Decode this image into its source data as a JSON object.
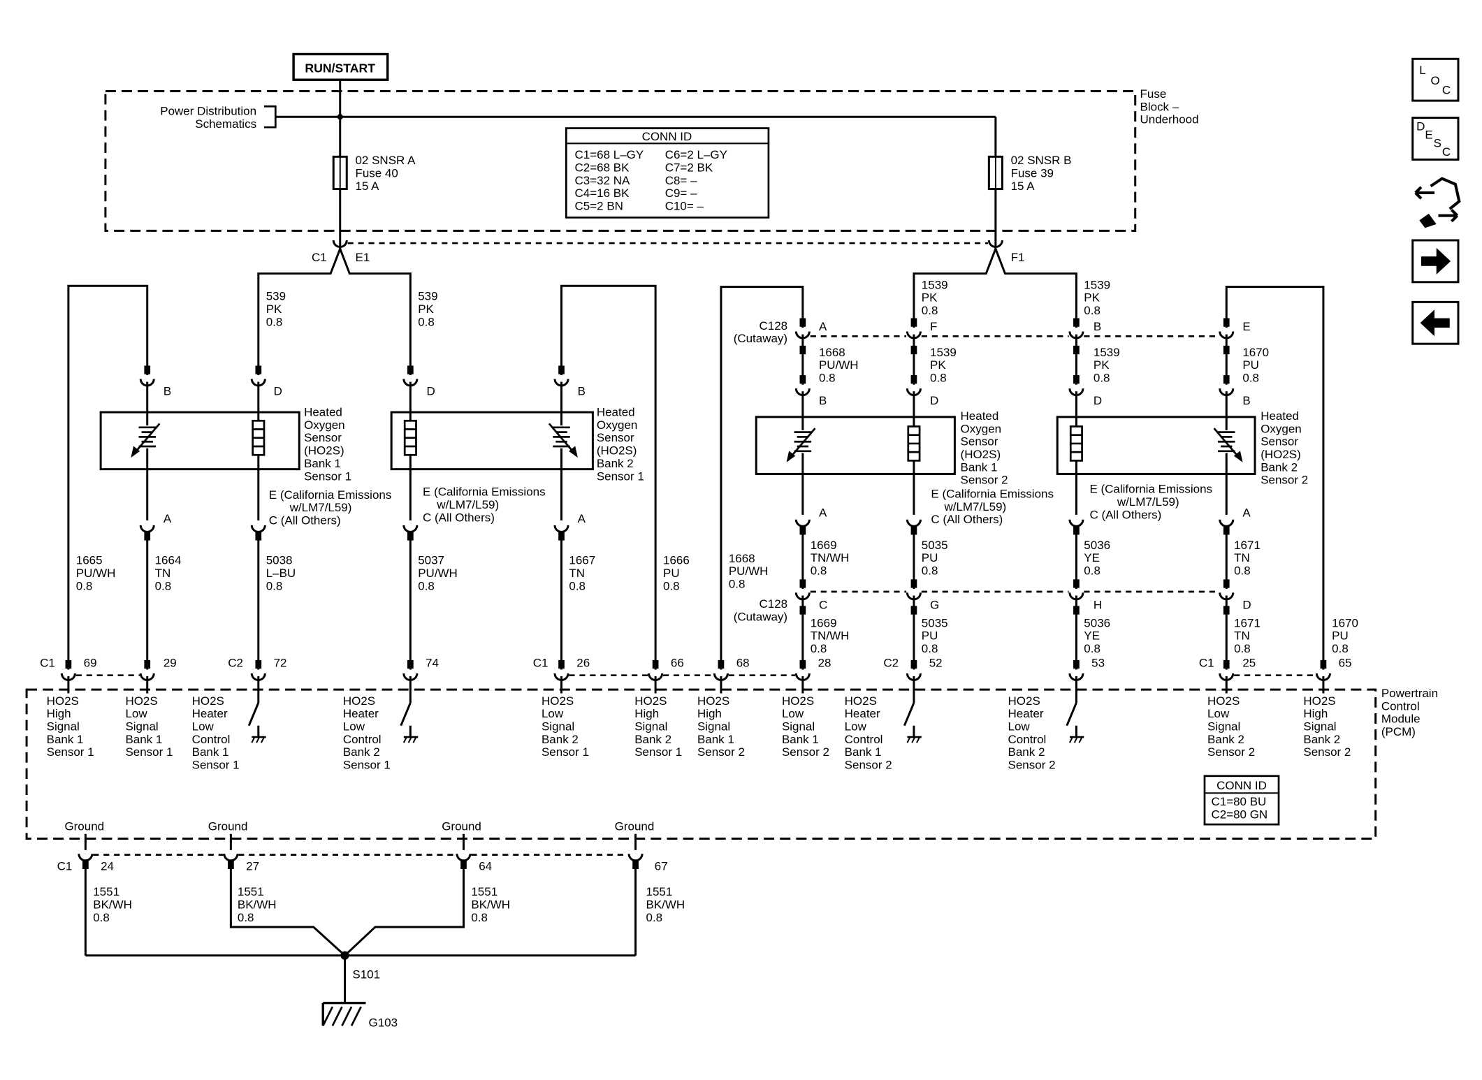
{
  "power": {
    "run_start": "RUN/START",
    "pds": [
      "Power Distribution",
      "Schematics"
    ],
    "fuse_block": [
      "Fuse",
      "Block –",
      "Underhood"
    ],
    "fuse_a": [
      "02 SNSR A",
      "Fuse 40",
      "15 A"
    ],
    "fuse_b": [
      "02 SNSR B",
      "Fuse 39",
      "15 A"
    ],
    "c1": "C1",
    "e1": "E1",
    "f1": "F1"
  },
  "conn_id_fuse": {
    "title": "CONN ID",
    "left": [
      "C1=68 L–GY",
      "C2=68 BK",
      "C3=32 NA",
      "C4=16 BK",
      "C5=2 BN"
    ],
    "right": [
      "C6=2 L–GY",
      "C7=2 BK",
      "C8= –",
      "C9= –",
      "C10= –"
    ]
  },
  "wires": {
    "w539a": [
      "539",
      "PK",
      "0.8"
    ],
    "w539b": [
      "539",
      "PK",
      "0.8"
    ],
    "w1539a": [
      "1539",
      "PK",
      "0.8"
    ],
    "w1539b": [
      "1539",
      "PK",
      "0.8"
    ],
    "w1539c": [
      "1539",
      "PK",
      "0.8"
    ],
    "w1539d": [
      "1539",
      "PK",
      "0.8"
    ],
    "w1668top": [
      "1668",
      "PU/WH",
      "0.8"
    ],
    "w1670top": [
      "1670",
      "PU",
      "0.8"
    ],
    "w1665": [
      "1665",
      "PU/WH",
      "0.8"
    ],
    "w1664": [
      "1664",
      "TN",
      "0.8"
    ],
    "w5038": [
      "5038",
      "L–BU",
      "0.8"
    ],
    "w5037": [
      "5037",
      "PU/WH",
      "0.8"
    ],
    "w1667": [
      "1667",
      "TN",
      "0.8"
    ],
    "w1666": [
      "1666",
      "PU",
      "0.8"
    ],
    "w1668": [
      "1668",
      "PU/WH",
      "0.8"
    ],
    "w1669a": [
      "1669",
      "TN/WH",
      "0.8"
    ],
    "w5035a": [
      "5035",
      "PU",
      "0.8"
    ],
    "w5036a": [
      "5036",
      "YE",
      "0.8"
    ],
    "w1671a": [
      "1671",
      "TN",
      "0.8"
    ],
    "w1669b": [
      "1669",
      "TN/WH",
      "0.8"
    ],
    "w5035b": [
      "5035",
      "PU",
      "0.8"
    ],
    "w5036b": [
      "5036",
      "YE",
      "0.8"
    ],
    "w1671b": [
      "1671",
      "TN",
      "0.8"
    ],
    "w1670b": [
      "1670",
      "PU",
      "0.8"
    ],
    "g1": [
      "1551",
      "BK/WH",
      "0.8"
    ],
    "g2": [
      "1551",
      "BK/WH",
      "0.8"
    ],
    "g3": [
      "1551",
      "BK/WH",
      "0.8"
    ],
    "g4": [
      "1551",
      "BK/WH",
      "0.8"
    ]
  },
  "pins": {
    "B": "B",
    "D": "D",
    "A": "A",
    "C": "C",
    "E": "E",
    "F": "F",
    "G": "G",
    "H": "H"
  },
  "c128": {
    "top": [
      "C128",
      "(Cutaway)"
    ],
    "bottom": [
      "C128",
      "(Cutaway)"
    ]
  },
  "sensors": {
    "b1s1": [
      "Heated",
      "Oxygen",
      "Sensor",
      "(HO2S)",
      "Bank 1",
      "Sensor 1"
    ],
    "b2s1": [
      "Heated",
      "Oxygen",
      "Sensor",
      "(HO2S)",
      "Bank 2",
      "Sensor 1"
    ],
    "b1s2": [
      "Heated",
      "Oxygen",
      "Sensor",
      "(HO2S)",
      "Bank 1",
      "Sensor 2"
    ],
    "b2s2": [
      "Heated",
      "Oxygen",
      "Sensor",
      "(HO2S)",
      "Bank 2",
      "Sensor 2"
    ]
  },
  "notes": {
    "n1": [
      "E (California Emissions",
      "w/LM7/L59)",
      "C (All Others)"
    ],
    "n2": [
      "E (California Emissions",
      "w/LM7/L59)",
      "C (All Others)"
    ],
    "n3": [
      "E (California Emissions",
      "w/LM7/L59)",
      "C (All Others)"
    ],
    "n4": [
      "E (California Emissions",
      "w/LM7/L59)",
      "C (All Others)"
    ]
  },
  "pcm_pins": {
    "c1a": "C1",
    "p69": "69",
    "p29": "29",
    "c2a": "C2",
    "p72": "72",
    "p74": "74",
    "c1b": "C1",
    "p26": "26",
    "p66": "66",
    "p68": "68",
    "p28": "28",
    "c2b": "C2",
    "p52": "52",
    "p53": "53",
    "c1c": "C1",
    "p25": "25",
    "p65": "65"
  },
  "pcm": {
    "title": [
      "Powertrain",
      "Control",
      "Module",
      "(PCM)"
    ],
    "l1": [
      "HO2S",
      "High",
      "Signal",
      "Bank 1",
      "Sensor 1"
    ],
    "l2": [
      "HO2S",
      "Low",
      "Signal",
      "Bank 1",
      "Sensor 1"
    ],
    "l3": [
      "HO2S",
      "Heater",
      "Low",
      "Control",
      "Bank 1",
      "Sensor 1"
    ],
    "l4": [
      "HO2S",
      "Heater",
      "Low",
      "Control",
      "Bank 2",
      "Sensor 1"
    ],
    "l5": [
      "HO2S",
      "Low",
      "Signal",
      "Bank 2",
      "Sensor 1"
    ],
    "l6": [
      "HO2S",
      "High",
      "Signal",
      "Bank 2",
      "Sensor 1"
    ],
    "l7": [
      "HO2S",
      "High",
      "Signal",
      "Bank 1",
      "Sensor 2"
    ],
    "l8": [
      "HO2S",
      "Low",
      "Signal",
      "Bank 1",
      "Sensor 2"
    ],
    "l9": [
      "HO2S",
      "Heater",
      "Low",
      "Control",
      "Bank 1",
      "Sensor 2"
    ],
    "l10": [
      "HO2S",
      "Heater",
      "Low",
      "Control",
      "Bank 2",
      "Sensor 2"
    ],
    "l11": [
      "HO2S",
      "Low",
      "Signal",
      "Bank 2",
      "Sensor 2"
    ],
    "l12": [
      "HO2S",
      "High",
      "Signal",
      "Bank 2",
      "Sensor 2"
    ],
    "conn_title": "CONN ID",
    "conn_lines": [
      "C1=80 BU",
      "C2=80 GN"
    ]
  },
  "ground": {
    "label": "Ground",
    "c1": "C1",
    "pins": [
      "24",
      "27",
      "64",
      "67"
    ],
    "s101": "S101",
    "g103": "G103"
  },
  "nav": {
    "loc": [
      "L",
      "O",
      "C"
    ],
    "desc": [
      "D",
      "E",
      "S",
      "C"
    ],
    "icons": [
      "connector-icon",
      "arrow-right-icon",
      "arrow-left-icon"
    ]
  }
}
